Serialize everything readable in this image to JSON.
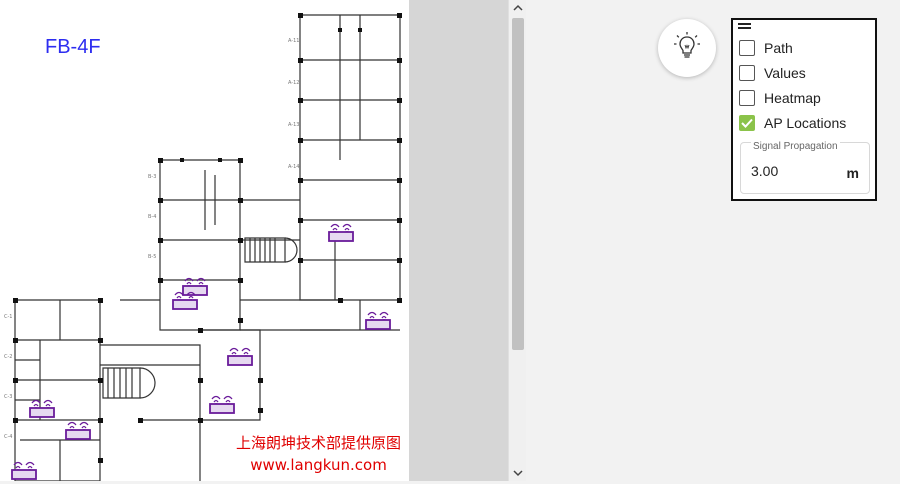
{
  "map": {
    "floor_label": "FB-4F",
    "watermark_line1": "上海朗坤技术部提供原图",
    "watermark_line2": "www.langkun.com",
    "accent_color": "#2d2df0",
    "ap_color": "#6a1b9a"
  },
  "panel": {
    "options": [
      {
        "label": "Path",
        "checked": false
      },
      {
        "label": "Values",
        "checked": false
      },
      {
        "label": "Heatmap",
        "checked": false
      },
      {
        "label": "AP Locations",
        "checked": true
      }
    ],
    "signal_propagation": {
      "label": "Signal Propagation",
      "value": "3.00",
      "unit": "m"
    },
    "check_color": "#8bc34a"
  },
  "icons": {
    "bulb": "lightbulb-icon",
    "menu": "menu-icon",
    "scroll_up": "chevron-up-icon",
    "scroll_down": "chevron-down-icon",
    "ap": "access-point-icon"
  }
}
